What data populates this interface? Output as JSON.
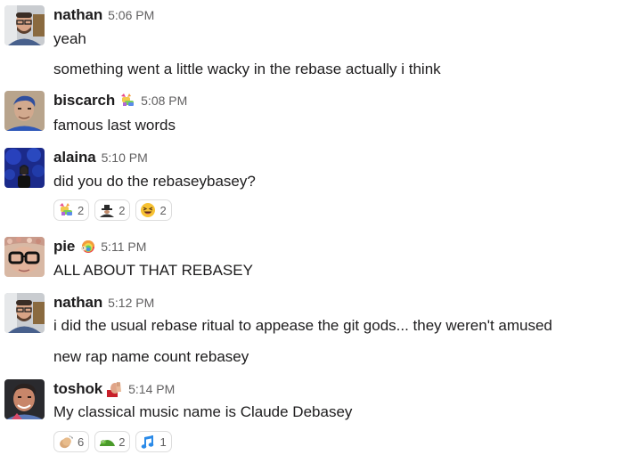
{
  "messages": [
    {
      "user": "nathan",
      "time": "5:06 PM",
      "avatar_icon": "avatar-nathan",
      "lines": [
        "yeah",
        "something went a little wacky in the rebase actually i think"
      ]
    },
    {
      "user": "biscarch",
      "status_icon": "rainbow-corgi-icon",
      "time": "5:08 PM",
      "avatar_icon": "avatar-biscarch",
      "lines": [
        "famous last words"
      ]
    },
    {
      "user": "alaina",
      "time": "5:10 PM",
      "avatar_icon": "avatar-alaina",
      "lines": [
        "did you do the rebaseybasey?"
      ],
      "reactions": [
        {
          "emoji": "rainbow-corgi-icon",
          "count": "2"
        },
        {
          "emoji": "hat-man-icon",
          "count": "2"
        },
        {
          "emoji": "laughing-face-icon",
          "count": "2"
        }
      ]
    },
    {
      "user": "pie",
      "status_icon": "rainbow-sheep-icon",
      "time": "5:11 PM",
      "avatar_icon": "avatar-pie",
      "lines": [
        "ALL ABOUT THAT REBASEY"
      ]
    },
    {
      "user": "nathan",
      "time": "5:12 PM",
      "avatar_icon": "avatar-nathan",
      "lines": [
        "i did the usual rebase ritual to appease the git gods... they weren't amused",
        "new rap name count rebasey"
      ]
    },
    {
      "user": "toshok",
      "status_icon": "facepalm-icon",
      "time": "5:14 PM",
      "avatar_icon": "avatar-toshok",
      "lines": [
        "My classical music name is Claude Debasey"
      ],
      "reactions": [
        {
          "emoji": "clapping-hands-icon",
          "count": "6"
        },
        {
          "emoji": "green-parrot-icon",
          "count": "2"
        },
        {
          "emoji": "musical-note-icon",
          "count": "1"
        }
      ]
    }
  ],
  "colors": {
    "text": "#1d1c1d",
    "timestamp": "#616061",
    "reaction_border": "#dddddd"
  }
}
